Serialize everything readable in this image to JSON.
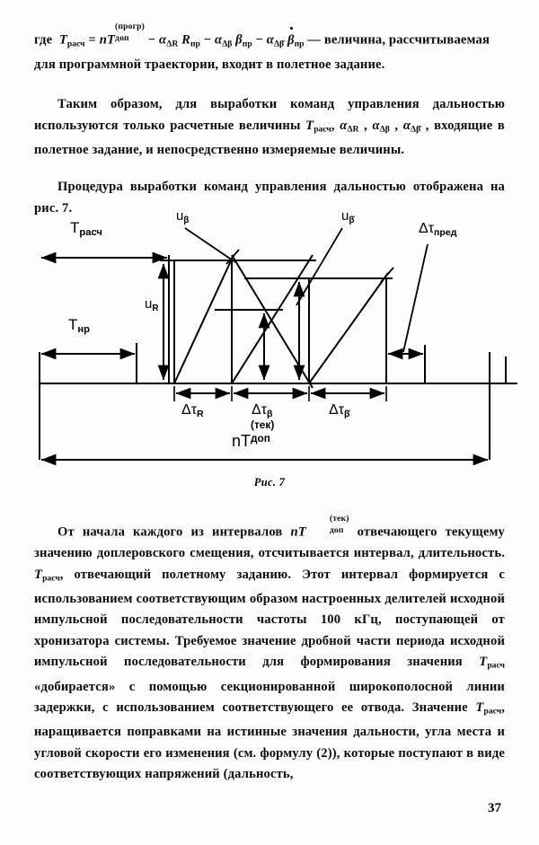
{
  "document": {
    "language": "ru",
    "page_number": "37"
  },
  "body": {
    "para1": {
      "lead": "где",
      "formula": "T_расч = nT_доп^(прогр) − α_ΔR R_пр − α_Δβ β_пр − α_Δβ̇ β̇_пр",
      "formula_parts": {
        "lhs_base": "T",
        "lhs_sub": "расч",
        "eq": "=",
        "t1_coef": "n",
        "t1_base": "T",
        "t1_sup": "(прогр)",
        "t1_sub": "доп",
        "minus": "−",
        "t2_alpha": "α",
        "t2_alpha_sub": "ΔR",
        "t2_base": "R",
        "t2_sub": "пр",
        "t3_alpha": "α",
        "t3_alpha_sub": "Δβ",
        "t3_base": "β",
        "t3_sub": "пр",
        "t4_alpha": "α",
        "t4_alpha_sub": "Δβ̇",
        "t4_base": "β̇",
        "t4_sub": "пр"
      },
      "tail": "— величина, рассчитываемая для программной траектории, входит в полетное задание."
    },
    "para2": {
      "text_before": "Таким образом, для выработки команд управления дальностью используются только расчетные величины",
      "sym1_base": "T",
      "sym1_sub": "расч",
      "sym2_base": "α",
      "sym2_sub": "ΔR",
      "sym3_base": "α",
      "sym3_sub": "Δβ",
      "sym4_base": "α",
      "sym4_sub": "Δβ̇",
      "text_after": "входящие в полетное задание, и непосредственно измеряемые величины."
    },
    "para3": {
      "text": "Процедура выработки команд управления дальностью отображена на рис. 7."
    },
    "para4": {
      "t1": "От начала каждого из интервалов",
      "sym_base": "nT",
      "sym_sup": "(тек)",
      "sym_sub": "доп",
      "t2": "отвечающего текущему значению доплеровского смещения, отсчитывается интервал, длительность.",
      "sym2_base": "T",
      "sym2_sub": "расч",
      "t3": ", отвечающий полетному заданию. Этот интервал формируется с использованием соответствующим образом настроенных делителей исходной импульсной последовательности частоты 100 кГц, поступающей от хронизатора системы. Требуемое значение дробной части периода исходной импульсной последовательности для формирования значения",
      "sym3_base": "T",
      "sym3_sub": "расч",
      "t4": "«добирается» с помощью секционированной широкополосной линии задержки, с использованием соответствующего ее отвода. Значение",
      "sym4_base": "T",
      "sym4_sub": "расч",
      "t5": ", наращивается поправками на истинные значения дальности, угла места и угловой скорости его изменения (см. формулу (2)), которые поступают в виде соответствующих напряжений (дальность,"
    }
  },
  "figure": {
    "caption": "Рис. 7",
    "labels": {
      "t_rasch": {
        "base": "T",
        "sub": "расч"
      },
      "t_nr": {
        "base": "T",
        "sub": "нр"
      },
      "u_r": {
        "base": "u",
        "sub": "R"
      },
      "u_beta": {
        "base": "u",
        "sub": "β"
      },
      "u_beta_dot": {
        "base": "u",
        "sub": "β̇"
      },
      "d_tau_pred": {
        "base": "Δτ",
        "sub": "пред"
      },
      "d_tau_r": {
        "base": "Δτ",
        "sub": "R"
      },
      "d_tau_beta": {
        "base": "Δτ",
        "sub": "β"
      },
      "d_tau_beta_dot": {
        "base": "Δτ",
        "sub": "β̇"
      },
      "nt_dop": {
        "base": "nT",
        "sup": "(тек)",
        "sub": "доп"
      }
    }
  },
  "chart_data": {
    "type": "line",
    "title": "Рис. 7 — timing diagram of range command generation",
    "description": "Sawtooth ramp timing diagram with three successive delay intervals",
    "x_axis": {
      "baseline_y": 427,
      "x_start": 44,
      "x_end": 568
    },
    "markers": [
      {
        "name": "left-edge",
        "x": 44
      },
      {
        "name": "t-nr-end",
        "x": 152
      },
      {
        "name": "t-rasch-end",
        "x": 188
      },
      {
        "name": "ramp1-start",
        "x": 194
      },
      {
        "name": "ramp1-peak",
        "x": 258
      },
      {
        "name": "ramp2-end",
        "x": 344
      },
      {
        "name": "ramp3-end",
        "x": 430
      },
      {
        "name": "pred-end",
        "x": 473
      },
      {
        "name": "nt-dop-end",
        "x": 545
      }
    ],
    "series": [
      {
        "name": "u_R ramp",
        "points": [
          [
            194,
            427
          ],
          [
            258,
            290
          ]
        ]
      },
      {
        "name": "u_beta descending",
        "points": [
          [
            258,
            290
          ],
          [
            344,
            427
          ]
        ]
      },
      {
        "name": "u_beta ramp",
        "points": [
          [
            258,
            427
          ],
          [
            344,
            310
          ]
        ]
      },
      {
        "name": "u_beta_dot ramp",
        "points": [
          [
            344,
            427
          ],
          [
            430,
            302
          ]
        ]
      }
    ],
    "vertical_arrows": [
      {
        "name": "u_R",
        "x": 182,
        "y_top": 290,
        "y_bottom": 427,
        "label": "u_R"
      },
      {
        "name": "u_beta-arrow",
        "x": 294,
        "y_top": 345,
        "y_bottom": 427
      },
      {
        "name": "u_beta_dot-arrow",
        "x": 333,
        "y_top": 310,
        "y_bottom": 427
      }
    ],
    "horizontal_spans": [
      {
        "name": "T_расч",
        "x1": 44,
        "x2": 188,
        "y": 287,
        "label": "T_расч"
      },
      {
        "name": "T_нр",
        "x1": 44,
        "x2": 152,
        "y": 394,
        "label": "T_нр"
      },
      {
        "name": "Δτ_R",
        "x1": 194,
        "x2": 258,
        "y": 437,
        "label": "Δτ_R"
      },
      {
        "name": "Δτ_β",
        "x1": 258,
        "x2": 344,
        "y": 437,
        "label": "Δτ_β"
      },
      {
        "name": "Δτ_β̇",
        "x1": 344,
        "x2": 430,
        "y": 437,
        "label": "Δτ_β̇"
      },
      {
        "name": "Δτ_пред",
        "x1": 430,
        "x2": 473,
        "y": 394,
        "label": "Δτ_пред"
      },
      {
        "name": "nT_доп",
        "x1": 44,
        "x2": 545,
        "y": 512,
        "label": "nT_доп^(тек)"
      }
    ],
    "threshold_lines": [
      {
        "name": "u_R-level",
        "x1": 178,
        "x2": 352,
        "y": 290
      },
      {
        "name": "u_beta_dot-level",
        "x1": 272,
        "x2": 437,
        "y": 310
      },
      {
        "name": "u_beta-level",
        "x1": 239,
        "x2": 315,
        "y": 345
      }
    ],
    "grid": false,
    "legend": "none"
  }
}
